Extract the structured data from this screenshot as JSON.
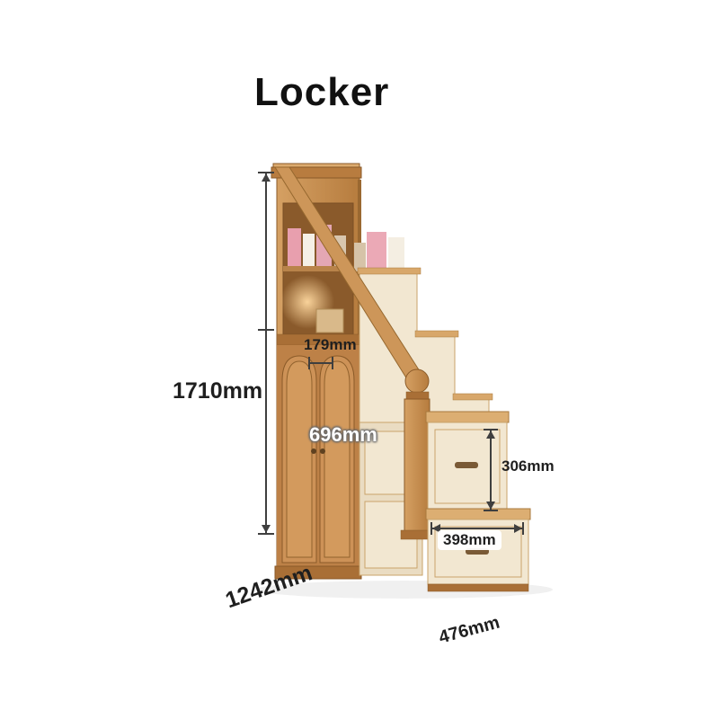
{
  "title": "Locker",
  "dimensions": {
    "total_height": "1710mm",
    "tread_width": "179mm",
    "cabinet_height": "696mm",
    "step_height": "306mm",
    "step_depth": "398mm",
    "total_depth": "1242mm",
    "total_width": "476mm"
  },
  "colors": {
    "wood": "#c98f52",
    "wood_dark": "#a06b35",
    "cream_panel": "#f2e7d1",
    "dimension_line": "#3f3f3f",
    "accent_items": "#e89fae"
  }
}
